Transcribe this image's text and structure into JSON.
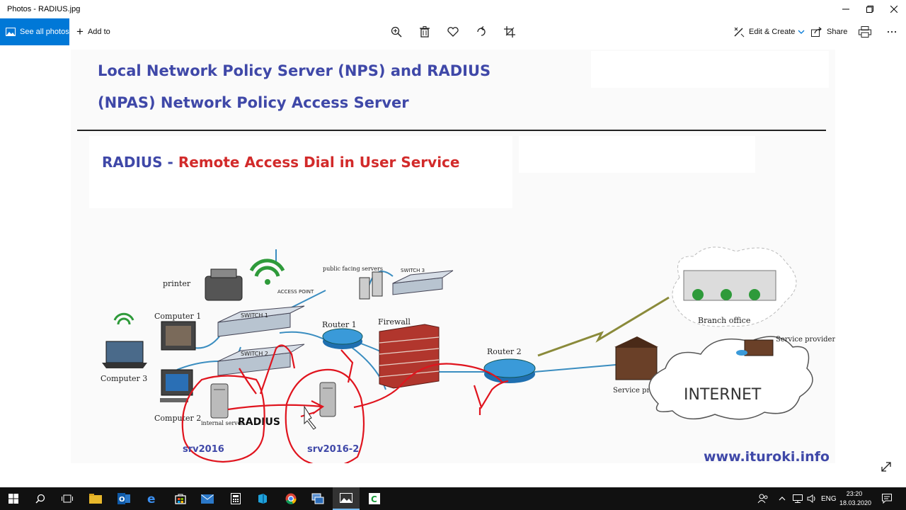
{
  "window": {
    "title": "Photos - RADIUS.jpg"
  },
  "toolbar": {
    "see_all": "See all photos",
    "add_to": "Add to",
    "edit_create": "Edit & Create",
    "share": "Share"
  },
  "slide": {
    "title_line1": "Local Network Policy Server (NPS) and RADIUS",
    "title_line2": "(NPAS) Network Policy Access Server",
    "radius_acronym": "RADIUS",
    "radius_dash": " - ",
    "radius_expansion": "Remote Access Dial in User Service",
    "website": "www.ituroki.info"
  },
  "diagram": {
    "labels": {
      "printer": "printer",
      "access_point": "ACCESS POINT",
      "public_servers": "public facing servers",
      "switch3": "SWITCH 3",
      "switch1": "SWITCH 1",
      "switch2": "SWITCH 2",
      "computer1": "Computer 1",
      "computer2": "Computer 2",
      "computer3": "Computer 3",
      "router1": "Router 1",
      "firewall": "Firewall",
      "router2": "Router 2",
      "branch_office": "Branch office",
      "service_provider_1": "Service provider",
      "service_provider_2": "Service provider",
      "internet": "INTERNET",
      "internal_server": "internal server",
      "radius": "RADIUS",
      "srv1": "srv2016",
      "srv2": "srv2016-2"
    }
  },
  "taskbar": {
    "lang": "ENG",
    "time": "23:20",
    "date": "18.03.2020"
  },
  "colors": {
    "accent": "#0078d7",
    "heading_blue": "#3f48a8",
    "annotation_red": "#e0141e",
    "taskbar": "#111111"
  }
}
